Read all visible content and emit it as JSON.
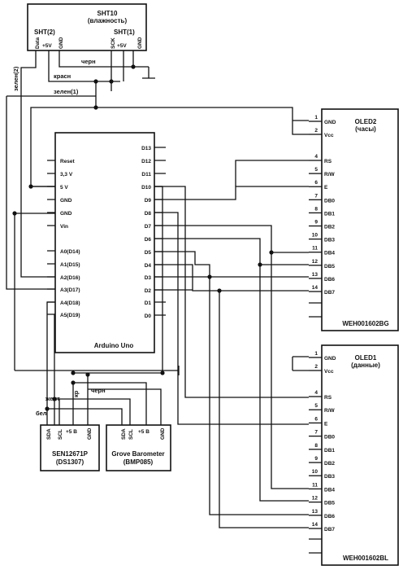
{
  "sht10": {
    "title": "SHT10",
    "subtitle": "(влажность)",
    "group_left": "SHT(2)",
    "group_right": "SHT(1)",
    "pins": [
      "Data",
      "+5V",
      "GND",
      "SCK",
      "+5V",
      "GND"
    ]
  },
  "wire_labels": {
    "cherny_top": "черн",
    "krasn": "красн",
    "zelen1": "зелен(1)",
    "zelen2": "зелен(2)",
    "cherny_bottom": "черн",
    "zhelt": "желт",
    "kr": "кр",
    "bel": "бел"
  },
  "arduino": {
    "name": "Arduino Uno",
    "left_pins": [
      "Reset",
      "3,3 V",
      "5 V",
      "GND",
      "GND",
      "Vin",
      "A0(D14)",
      "A1(D15)",
      "A2(D16)",
      "A3(D17)",
      "A4(D18)",
      "A5(D19)"
    ],
    "right_pins": [
      "D13",
      "D12",
      "D11",
      "D10",
      "D9",
      "D8",
      "D7",
      "D6",
      "D5",
      "D4",
      "D3",
      "D2",
      "D1",
      "D0"
    ]
  },
  "oled2": {
    "title": "OLED2",
    "subtitle": "(часы)",
    "model": "WEH001602BG",
    "pin_numbers": [
      "1",
      "2",
      "4",
      "5",
      "6",
      "7",
      "8",
      "9",
      "10",
      "11",
      "12",
      "13",
      "14"
    ],
    "pin_names": [
      "GND",
      "Vcc",
      "RS",
      "R/W",
      "E",
      "DB0",
      "DB1",
      "DB2",
      "DB3",
      "DB4",
      "DB5",
      "DB6",
      "DB7"
    ]
  },
  "oled1": {
    "title": "OLED1",
    "subtitle": "(данные)",
    "model": "WEH001602BL",
    "pin_numbers": [
      "1",
      "2",
      "4",
      "5",
      "6",
      "7",
      "8",
      "9",
      "10",
      "11",
      "12",
      "13",
      "14"
    ],
    "pin_names": [
      "GND",
      "Vcc",
      "RS",
      "R/W",
      "E",
      "DB0",
      "DB1",
      "DB2",
      "DB3",
      "DB4",
      "DB5",
      "DB6",
      "DB7"
    ]
  },
  "rtc": {
    "title": "SEN12671P",
    "subtitle": "(DS1307)",
    "pins": [
      "SDA",
      "SCL",
      "+5 В",
      "GND"
    ]
  },
  "baro": {
    "title": "Grove Barometer",
    "subtitle": "(BMP085)",
    "pins": [
      "SDA",
      "SCL",
      "+5 В",
      "GND"
    ]
  }
}
